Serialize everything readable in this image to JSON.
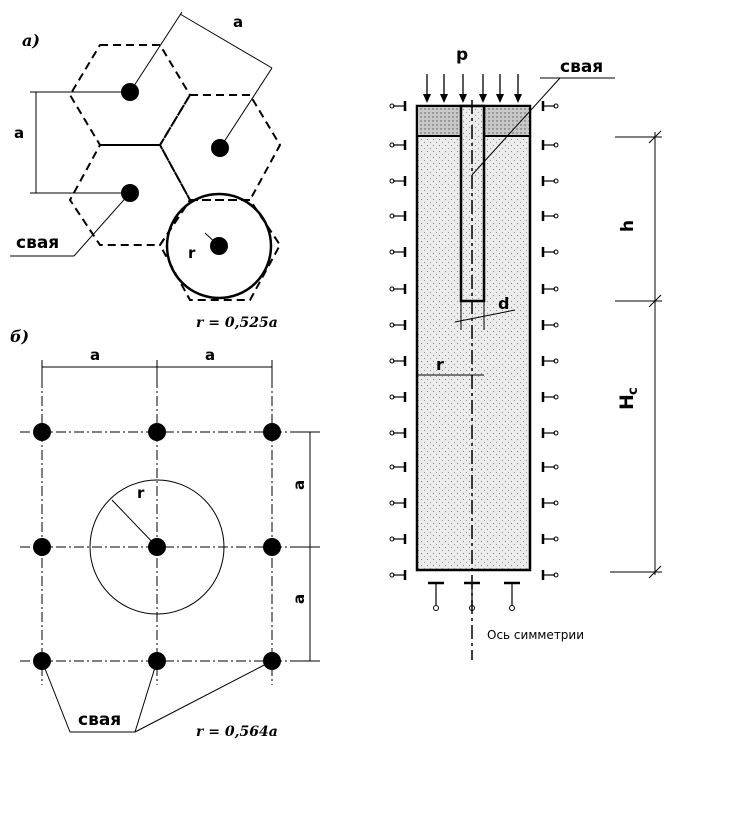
{
  "diagram_a": {
    "label": "а)",
    "dim_a_top": "a",
    "dim_a_left": "a",
    "pile_label": "свая",
    "radius_label": "r",
    "formula": "r = 0,525a"
  },
  "diagram_b": {
    "label": "б)",
    "dim_a_top_left": "a",
    "dim_a_top_right": "a",
    "dim_a_right_top": "a",
    "dim_a_right_bottom": "a",
    "radius_label": "r",
    "pile_label": "свая",
    "formula": "r = 0,564a"
  },
  "diagram_c": {
    "load_label": "p",
    "pile_label": "свая",
    "h_label": "h",
    "hc_label": "H",
    "hc_sub": "c",
    "d_label": "d",
    "r_label": "r",
    "axis_label": "Ось симметрии"
  },
  "colors": {
    "line": "#000000",
    "soil": "#e6e6e6",
    "cap": "#bdbdbd"
  }
}
